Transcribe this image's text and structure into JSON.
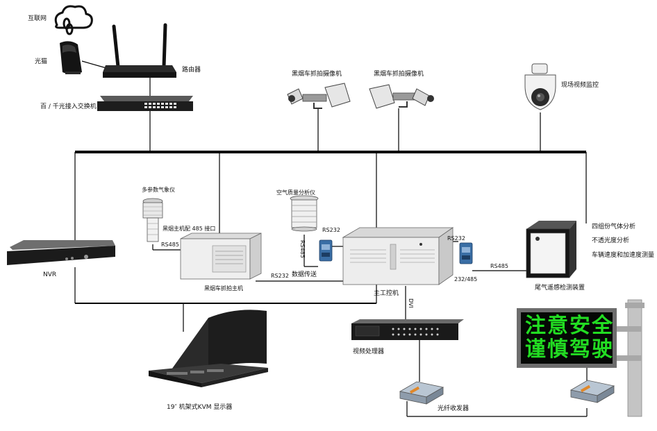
{
  "colors": {
    "bus": "#000000",
    "led_text": "#22dd22",
    "led_bg": "#050805",
    "device_dark": "#1b1b1b",
    "device_light": "#e8e8e8"
  },
  "icons": {
    "internet": "cloud-icon",
    "modem": "modem-icon",
    "router": "router-icon",
    "switch": "switch-icon",
    "camera": "camera-icon",
    "dome": "dome-camera-icon"
  },
  "labels": {
    "internet": "互联网",
    "modem": "光猫",
    "router": "路由器",
    "switch": "百 / 千光接入交换机",
    "camera_left": "黑烟车抓拍摄像机",
    "camera_right": "黑烟车抓拍摄像机",
    "dome": "现场视频监控",
    "weather": "多参数气象仪",
    "air_analyzer": "空气质量分析仪",
    "blackcar_host": "黑烟车抓拍主机",
    "nvr": "NVR",
    "main_pc": "主工控机",
    "exhaust_device": "尾气遥感检测装置",
    "gas_analysis": "四组份气体分析",
    "opacity_analysis": "不透光度分析",
    "speed_measure": "车辆速度和加速度测量",
    "video_processor": "视频处理器",
    "fiber_transceiver": "光纤收发器",
    "kvm": "19″ 机架式KVM 显示器",
    "host_485": "黑烟主机配 485 接口",
    "led_line1": "注意安全",
    "led_line2": "谨慎驾驶"
  },
  "links": {
    "rs485_weather": "RS485",
    "rs232_air": "RS232",
    "rs232_host": "RS232",
    "data_transfer": "数据传送",
    "rs232_exhaust": "RS232",
    "r232_485": "232/485",
    "rs485_exhaust": "RS485",
    "dvi": "DVI",
    "rs485_vert": "RS485"
  }
}
